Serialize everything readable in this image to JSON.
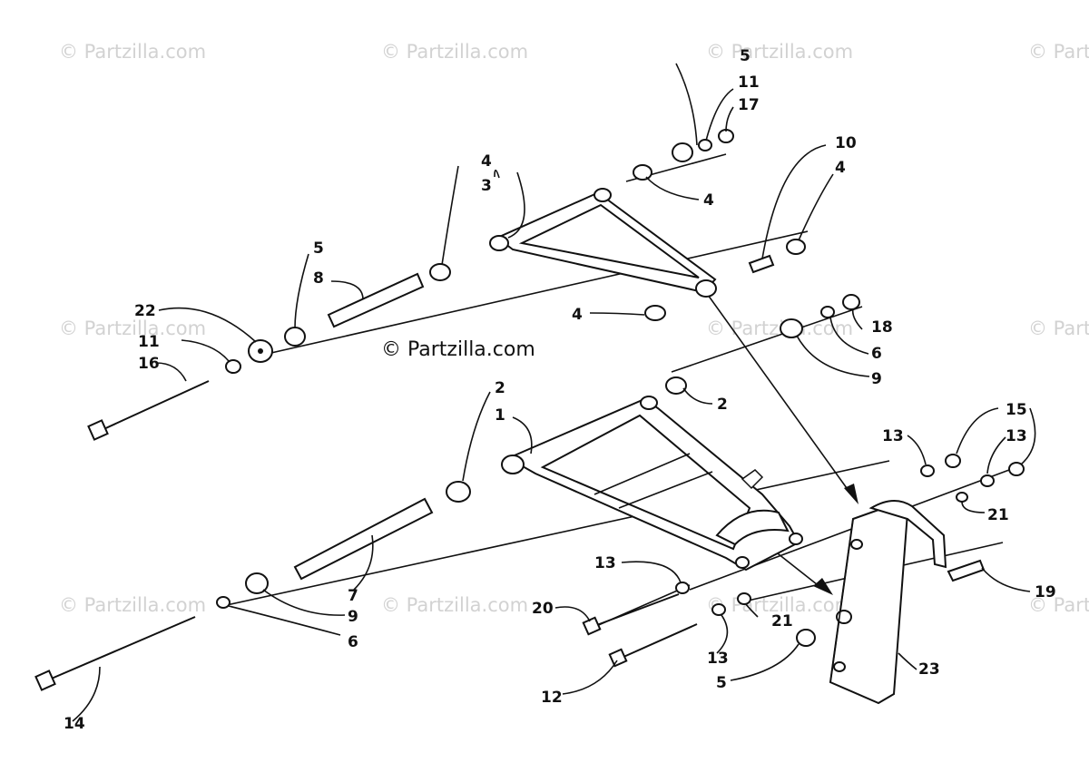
{
  "watermark": "© Partzilla.com",
  "copyright": "© Partzilla.com",
  "callouts": {
    "c1": "1",
    "c2a": "2",
    "c2b": "2",
    "c3": "3",
    "c4a": "4",
    "c4b": "4",
    "c4c": "4",
    "c4d": "4",
    "c5a": "5",
    "c5b": "5",
    "c5c": "5",
    "c6a": "6",
    "c6b": "6",
    "c7": "7",
    "c8": "8",
    "c9a": "9",
    "c9b": "9",
    "c10": "10",
    "c11a": "11",
    "c11b": "11",
    "c12": "12",
    "c13a": "13",
    "c13b": "13",
    "c13c": "13",
    "c13d": "13",
    "c14": "14",
    "c15": "15",
    "c16": "16",
    "c17": "17",
    "c18": "18",
    "c19": "19",
    "c20": "20",
    "c21a": "21",
    "c21b": "21",
    "c22": "22",
    "c23": "23"
  }
}
